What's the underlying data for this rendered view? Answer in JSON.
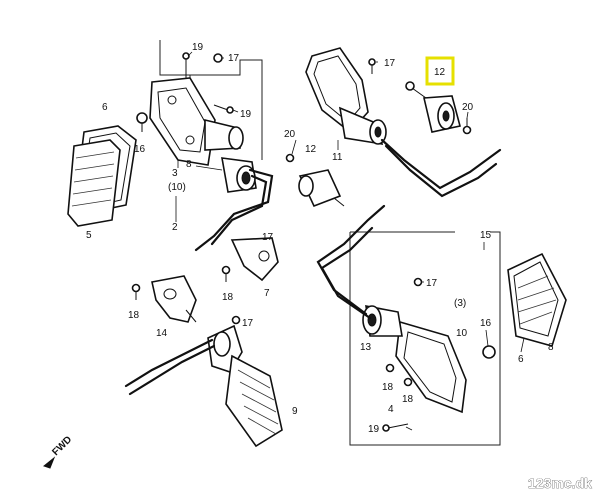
{
  "diagram": {
    "labels": {
      "l19a": "19",
      "l17a": "17",
      "l19b": "19",
      "l6a": "6",
      "l16a": "16",
      "l3": "3",
      "l10a": "(10)",
      "l8": "8",
      "l2": "2",
      "l5": "5",
      "l17b": "17",
      "l12b": "12",
      "l20a": "20",
      "l11": "11",
      "l20b": "20",
      "l12hl": "12",
      "l15": "15",
      "l17c": "17",
      "l3b": "(3)",
      "l10b": "10",
      "l16b": "16",
      "l6b": "6",
      "l17d": "17",
      "l18a": "18",
      "l7": "7",
      "l18b": "18",
      "l14": "14",
      "l17e": "17",
      "l13": "13",
      "l18c": "18",
      "l18d": "18",
      "l19c": "19",
      "l9": "9",
      "l8b": "8",
      "l4": "4"
    },
    "fwd_label": "FWD",
    "watermark": "123mc.dk"
  }
}
